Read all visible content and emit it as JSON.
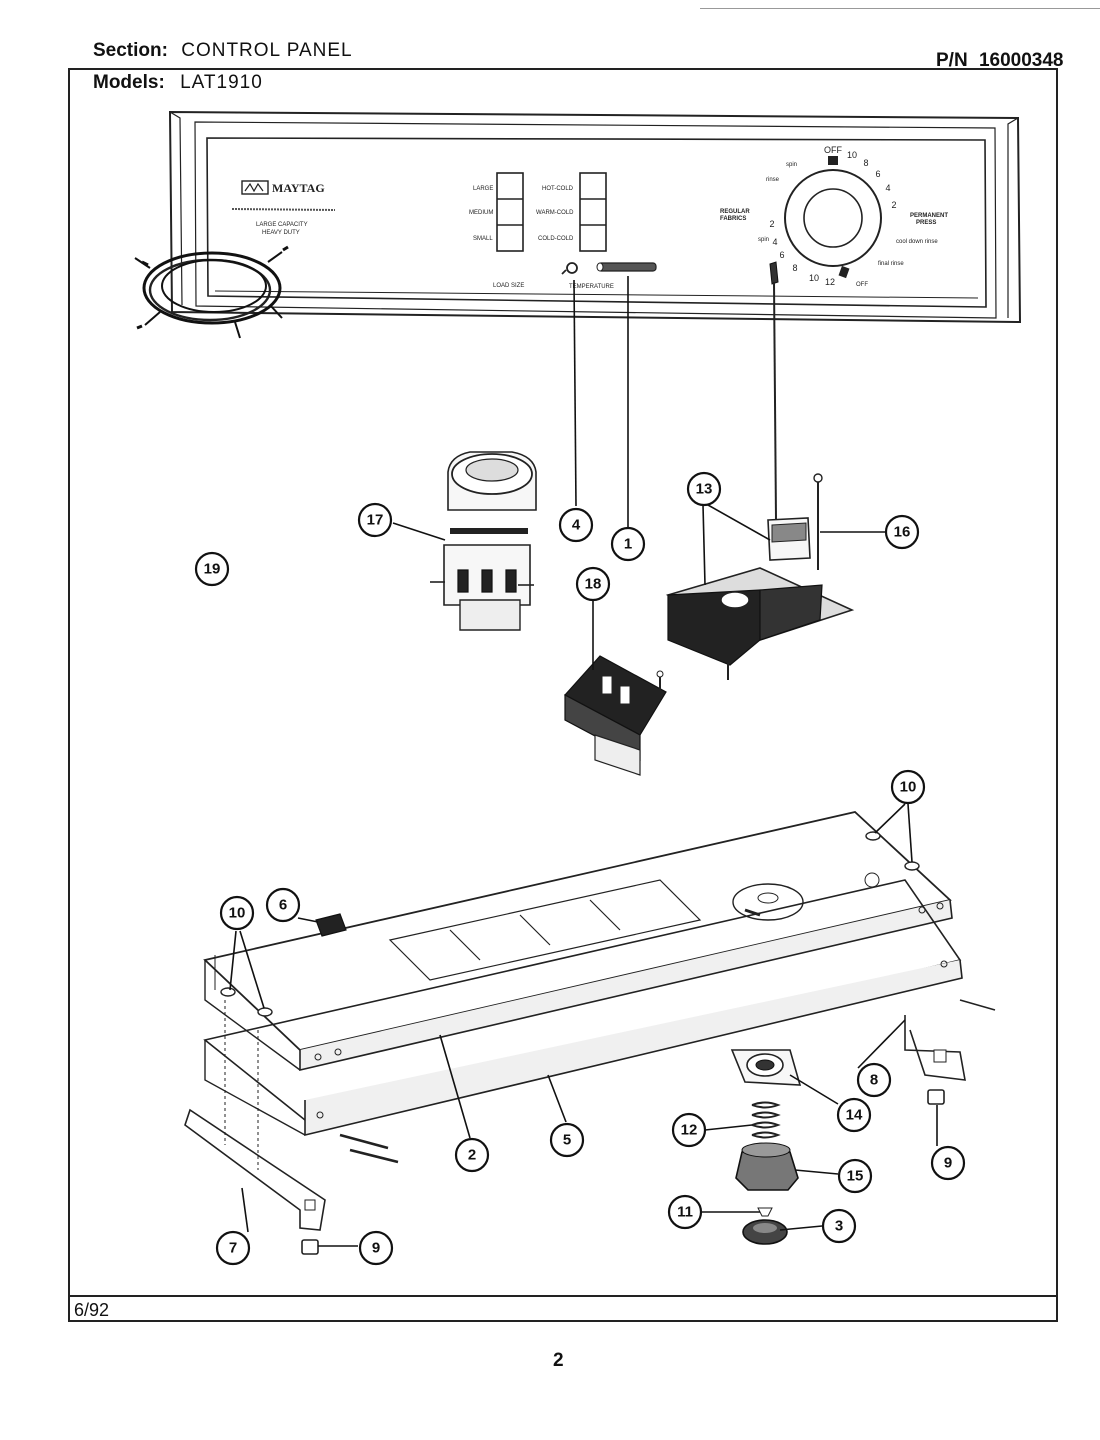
{
  "header": {
    "section_label": "Section:",
    "section_value": "CONTROL PANEL",
    "models_label": "Models:",
    "models_value": "LAT1910",
    "pn_label": "P/N",
    "pn_value": "16000348"
  },
  "footer": {
    "date": "6/92",
    "page_number": "2"
  },
  "control_panel": {
    "brand": "MAYTAG",
    "caption_line1": "LARGE CAPACITY",
    "caption_line2": "HEAVY DUTY",
    "load_size": {
      "title": "LOAD SIZE",
      "options": [
        "LARGE",
        "MEDIUM",
        "SMALL"
      ]
    },
    "temperature": {
      "title": "TEMPERATURE",
      "options": [
        "HOT-COLD",
        "WARM-COLD",
        "COLD-COLD"
      ]
    },
    "dial": {
      "left_label_line1": "REGULAR",
      "left_label_line2": "FABRICS",
      "right_label_line1": "PERMANENT",
      "right_label_line2": "PRESS",
      "top_off": "OFF",
      "bottom_off": "OFF",
      "labels": [
        "spin",
        "rinse",
        "spin",
        "cool down rinse",
        "final rinse"
      ],
      "numbers_top": [
        "10",
        "8",
        "6",
        "4",
        "2"
      ],
      "numbers_left": [
        "2",
        "4",
        "6",
        "8",
        "10",
        "12"
      ]
    }
  },
  "callouts": [
    "1",
    "2",
    "3",
    "4",
    "5",
    "6",
    "7",
    "8",
    "9",
    "9",
    "9",
    "10",
    "10",
    "11",
    "12",
    "13",
    "14",
    "15",
    "16",
    "17",
    "18",
    "19"
  ],
  "colors": {
    "line": "#111111",
    "paper": "#ffffff"
  }
}
